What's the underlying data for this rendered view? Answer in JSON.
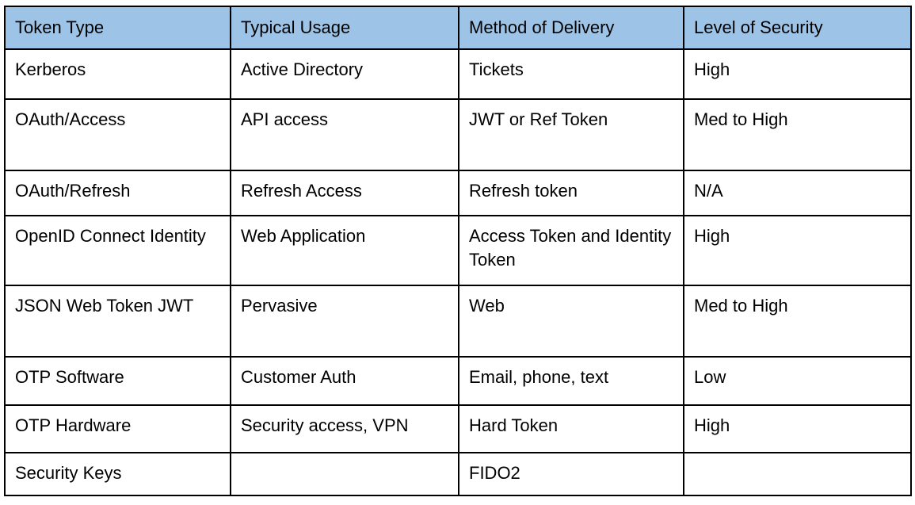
{
  "chart_data": {
    "type": "table",
    "title": "",
    "header_bg": "#9DC3E6",
    "columns": [
      "Token Type",
      "Typical Usage",
      "Method of Delivery",
      "Level of Security"
    ],
    "rows": [
      [
        "Kerberos",
        "Active Directory",
        "Tickets",
        "High"
      ],
      [
        "OAuth/Access",
        "API access",
        "JWT or Ref Token",
        "Med to High"
      ],
      [
        "OAuth/Refresh",
        "Refresh Access",
        "Refresh token",
        "N/A"
      ],
      [
        "OpenID Connect Identity",
        "Web Application",
        "Access Token and Identity Token",
        "High"
      ],
      [
        "JSON Web Token JWT",
        "Pervasive",
        "Web",
        "Med to High"
      ],
      [
        "OTP Software",
        "Customer Auth",
        "Email, phone, text",
        "Low"
      ],
      [
        "OTP Hardware",
        "Security access, VPN",
        "Hard Token",
        "High"
      ],
      [
        "Security Keys",
        "",
        "FIDO2",
        ""
      ]
    ]
  }
}
